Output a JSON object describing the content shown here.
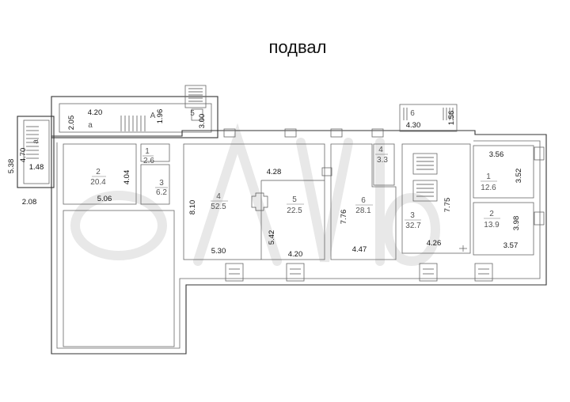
{
  "title": "подвал",
  "rooms": [
    {
      "id": "2",
      "area": "20.4"
    },
    {
      "id": "1",
      "area": "2.6"
    },
    {
      "id": "3",
      "area": "6.2"
    },
    {
      "id": "4",
      "area": "52.5"
    },
    {
      "id": "5",
      "area": "22.5"
    },
    {
      "id": "6",
      "area": "28.1"
    },
    {
      "id": "4",
      "area": "3.3"
    },
    {
      "id": "3",
      "area": "32.7"
    },
    {
      "id": "1",
      "area": "12.6"
    },
    {
      "id": "2",
      "area": "13.9"
    }
  ],
  "small_labels": {
    "corridor_letter": "а",
    "stair_letter": "А",
    "stair5_num": "5",
    "stair6_num": "6",
    "left_a": "а"
  },
  "dimensions": [
    "4.20",
    "2.05",
    "1.96",
    "3.00",
    "4.30",
    "1.56",
    "5.38",
    "4.70",
    "1.48",
    "2.08",
    "4.04",
    "5.06",
    "8.10",
    "5.30",
    "4.28",
    "5.42",
    "4.20",
    "7.76",
    "4.47",
    "7.75",
    "4.26",
    "3.56",
    "3.52",
    "3.98",
    "3.57"
  ]
}
